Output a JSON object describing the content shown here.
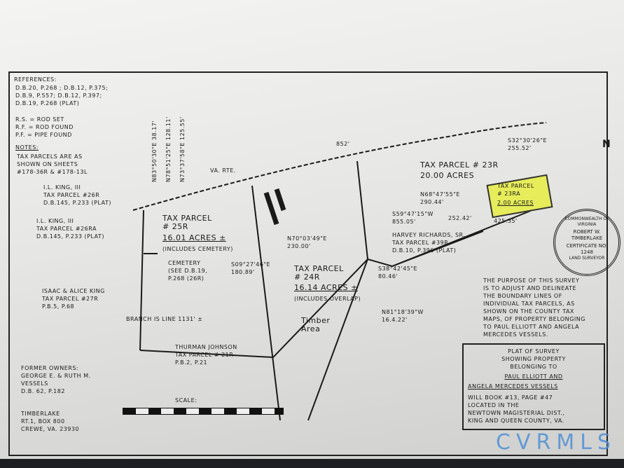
{
  "references": {
    "heading": "References:",
    "lines": "D.B.20, P.268 ; D.B.12, P.375;\nD.B.9, P.557; D.B.12, P.397;\nD.B.19, P.268 (Plat)"
  },
  "legend": "R.S. = Rod Set\nR.F. = Rod Found\nP.F. = Pipe Found",
  "notes": {
    "heading": "Notes:",
    "text": "Tax parcels are as\nshown on sheets\n#178-36R & #178-13L"
  },
  "parcels": {
    "p25r": "Tax Parcel\n# 25R",
    "p25r_acres": "16.01 Acres ±",
    "p25r_note": "(Includes Cemetery)",
    "p24r": "Tax Parcel\n# 24R",
    "p24r_acres": "16.14 Acres ±",
    "p24r_note": "(Includes Overlap)",
    "p23r": "Tax Parcel # 23R",
    "p23r_acres": "20.00 Acres",
    "p23ra": "Tax Parcel\n# 23RA",
    "p23ra_acres": "2.00 Acres"
  },
  "neighbors": {
    "king26r": "I.L. King, III\nTax Parcel #26R\nD.B.145, P.233 (Plat)",
    "king26ra": "I.L. King, III\nTax Parcel #26RA\nD.B.145, P.233 (Plat)",
    "king27r": "Isaac & Alice King\nTax Parcel #27R\nP.B.5, P.68",
    "johnson21r": "Thurman Johnson\nTax Parcel # 21R\nP.B.2, P.21",
    "richards39r": "Harvey Richards, Sr.\nTax Parcel #39R\nD.B.10, P.396 (Plat)",
    "cemetery": "Cemetery\n(See D.B.19,\nP.268 (26R)",
    "timber": "Timber\nArea",
    "branch": "Branch is line 1131' ±"
  },
  "bearings": {
    "b1": "S09°27'46\"E\n180.89'",
    "b2": "N70°03'49\"E\n230.00'",
    "b3": "S38°42'45\"E\n80.46'",
    "b4": "S59°47'15\"W\n855.05'",
    "b5": "N81°18'39\"W\n16.4.22'",
    "b6": "852'",
    "b7": "S32°30'26\"E\n255.52'",
    "b8": "N68°47'55\"E\n290.44'",
    "b9": "425.35'",
    "b10": "252.42'",
    "b11": "N73°37'58\"E 125.55'",
    "b12": "N78°51'25\"E 128.11'",
    "b13": "N83°50'30\"E 38.17'"
  },
  "road": "Va. Rte.",
  "purpose": "The purpose of this survey\nis to adjust and delineate\nthe boundary lines of\nindividual tax parcels, as\nshown on the county tax\nmaps, of property belonging\nto Paul Elliott and Angela\nMercedes Vessels.",
  "title_block": {
    "line1": "Plat of Survey\nshowing property\nbelonging to",
    "owner1": "Paul Elliott and",
    "owner2": "Angela Mercedes Vessels",
    "details": "Will Book #13, Page #47\nLocated in the\nNewtown Magisterial Dist.,\nKing and Queen County, VA."
  },
  "former_owners": "Former owners:\nGeorge E. & Ruth M.\nVessels\nD.B. 62, P.182",
  "surveyor_address": "Timberlake\nRt.1, Box 800\nCrewe, VA. 23930",
  "scale_label": "Scale:",
  "stamp": {
    "ring": "Commonwealth of Virginia",
    "name": "Robert W.\nTimberlake",
    "cert": "Certificate No.\n1248",
    "footer": "Land Surveyor"
  },
  "north": "N",
  "watermark": "CVRMLS",
  "colors": {
    "highlight": "#e6ec5a",
    "watermark": "#4f8fd6",
    "taskbar": "#1d1f22"
  }
}
